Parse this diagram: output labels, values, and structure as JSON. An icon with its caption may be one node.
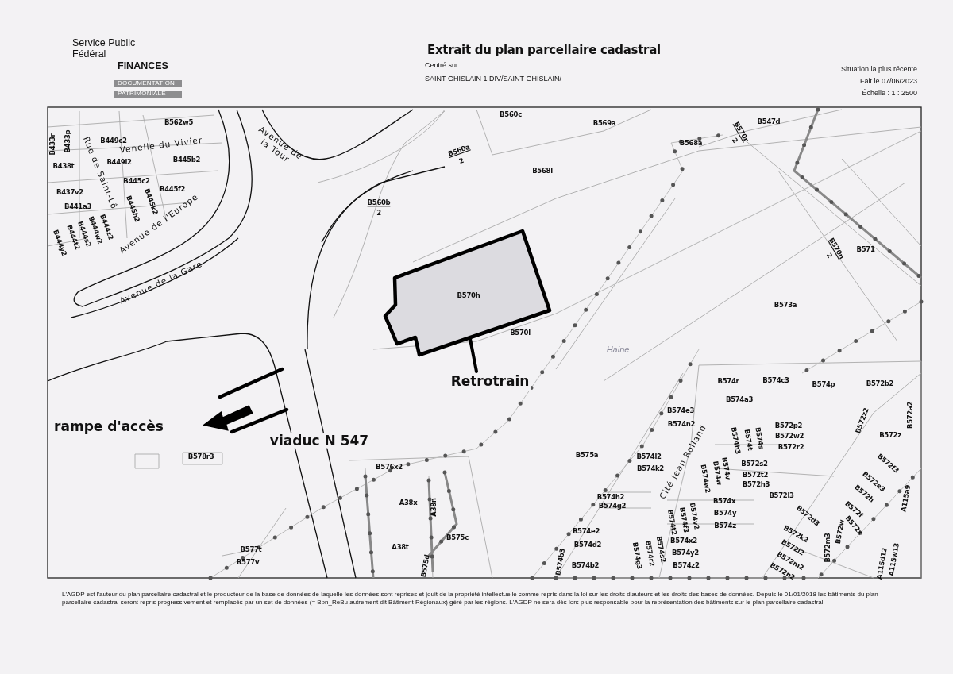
{
  "diagram": {
    "title": "Extrait du plan parcellaire cadastral",
    "nodes": [
      {
        "text": [
          "B570h"
        ]
      },
      {
        "text": [
          "Retrotrain"
        ]
      }
    ],
    "edges": [
      {
        "from": 1,
        "to": 0,
        "arrow": "none"
      }
    ],
    "labels": [
      "Service Public Fédéral",
      "FINANCES",
      "DOCUMENTATION",
      "PATRIMONIALE",
      "Centré sur :",
      "SAINT-GHISLAIN 1 DIV/SAINT-GHISLAIN/",
      "Situation la plus récente",
      "Fait le 07/06/2023",
      "Échelle : 1 : 2500",
      "B433r",
      "B433p",
      "B562w5",
      "B449c2",
      "Venelle du Vivier",
      "B438t",
      "B449l2",
      "B445b2",
      "Rue de Saint-Lô",
      "B445c2",
      "B437v2",
      "B445f2",
      "B441a3",
      "B445h2",
      "B445k2",
      "B444y2",
      "B444t2",
      "B444s2",
      "B444w2",
      "B444z2",
      "Avenue de l'Europe",
      "Avenue de la Gare",
      "Avenue de la Tour",
      "B560c",
      "B569a",
      "B547d",
      "B568a",
      "B570r",
      "2",
      "B560a",
      "2",
      "B568l",
      "B560b",
      "2",
      "B570n",
      "2",
      "B571",
      "B570l",
      "B573a",
      "Haine",
      "rampe d'accès",
      "viaduc N 547",
      "B578r3",
      "B576x2",
      "A38x",
      "A38n",
      "B575c",
      "B577t",
      "A38t",
      "B575d",
      "B577v",
      "B574r",
      "B574c3",
      "B574p",
      "B572b2",
      "B574a3",
      "B574e3",
      "B572z2",
      "B572a2",
      "B574n2",
      "B572p2",
      "B574h3",
      "B574t",
      "B574s",
      "B572w2",
      "B572z",
      "B572r2",
      "B575a",
      "B574l2",
      "Cité Jean Rolland",
      "B574k2",
      "B572s2",
      "B572f3",
      "B574w2",
      "B574w",
      "B574v",
      "B572t2",
      "B572e3",
      "B572h3",
      "B574h2",
      "B572l3",
      "B574x",
      "B572h",
      "A115a9",
      "B574g2",
      "B574t2",
      "B574f3",
      "B574v2",
      "B574y",
      "B572d3",
      "B572f",
      "B574e2",
      "B574z",
      "B572k2",
      "B572w",
      "B572x",
      "B574d2",
      "B574x2",
      "B572l2",
      "B572m3",
      "B574b3",
      "B574g3",
      "B574r2",
      "B574s2",
      "B574y2",
      "B572m2",
      "A115d12",
      "A115w13",
      "B574b2",
      "B574z2",
      "B572n2",
      "L'AGDP est l'auteur du plan parcellaire cadastral et le producteur de la base de données de laquelle les données sont reprises et jouit de la propriété intellectuelle comme repris dans la loi sur les droits d'auteurs et les droits des bases de données. Depuis le 01/01/2018 les bâtiments du plan parcellaire cadastral seront repris progressivement et remplacés par un set de données (= Bpn_ReBu autrement dit Bâtiment Régionaux) géré par les régions. L'AGDP ne sera dès lors plus responsable pour la représentation des bâtiments sur le plan parcellaire cadastral."
    ]
  }
}
